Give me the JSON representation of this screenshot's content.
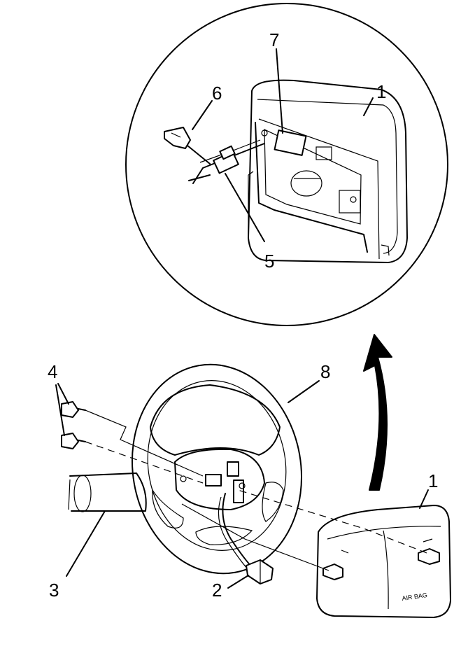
{
  "callouts": {
    "c1_top": "1",
    "c5": "5",
    "c6": "6",
    "c7": "7",
    "c8": "8",
    "c4": "4",
    "c3": "3",
    "c2": "2",
    "c1_bottom": "1"
  },
  "module_text": "AIR BAG"
}
